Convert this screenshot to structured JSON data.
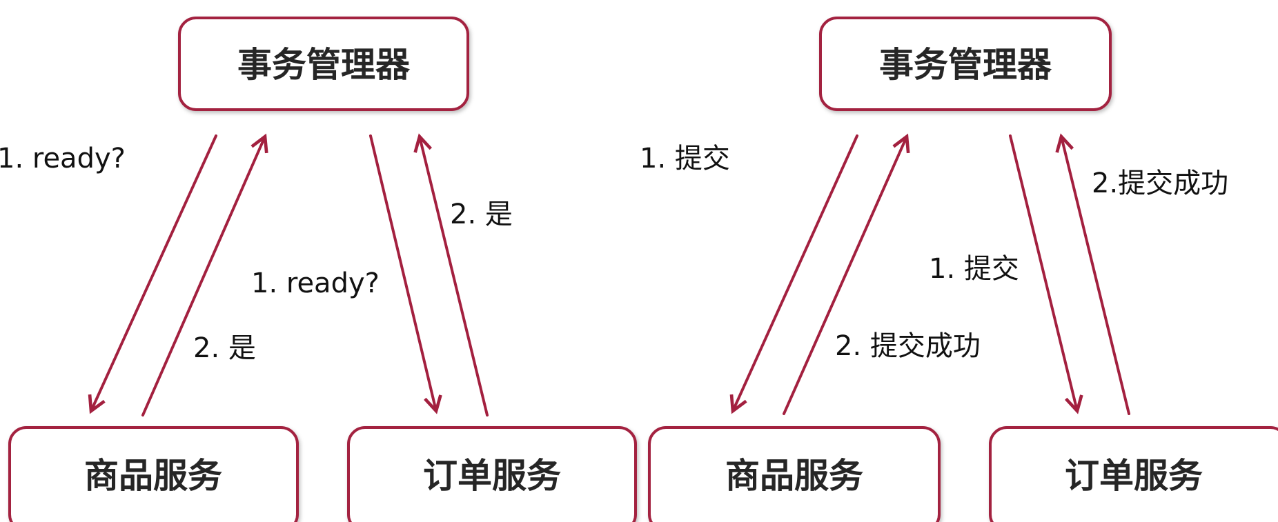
{
  "colors": {
    "accent": "#a3203f",
    "text": "#262626"
  },
  "left_diagram": {
    "manager": "事务管理器",
    "service_a": "商品服务",
    "service_b": "订单服务",
    "labels": {
      "a_request": "1. ready?",
      "a_response": "2. 是",
      "b_request": "1. ready?",
      "b_response": "2. 是"
    }
  },
  "right_diagram": {
    "manager": "事务管理器",
    "service_a": "商品服务",
    "service_b": "订单服务",
    "labels": {
      "a_request": "1. 提交",
      "a_response": "2. 提交成功",
      "b_request": "1. 提交",
      "b_response": "2.提交成功"
    }
  }
}
